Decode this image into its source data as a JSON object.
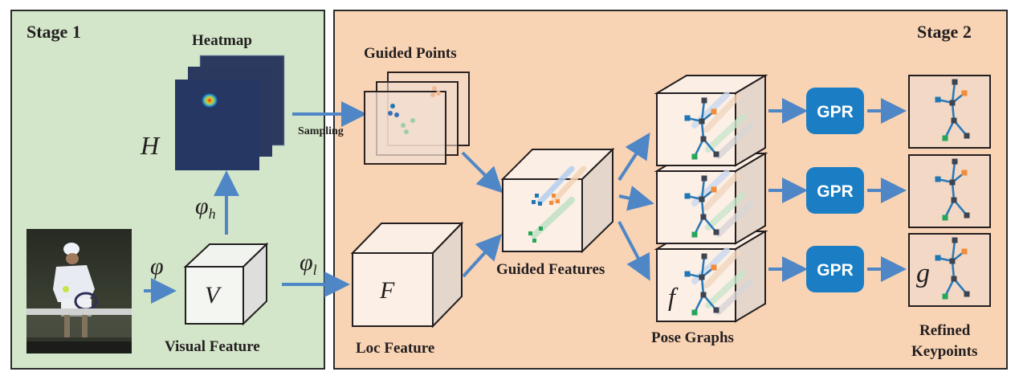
{
  "stage1": {
    "title": "Stage 1",
    "heatmap_label": "Heatmap",
    "heatmap_symbol": "H",
    "phi_h": "φ",
    "phi_h_sub": "h",
    "phi": "φ",
    "phi_l": "φ",
    "phi_l_sub": "l",
    "visual_feature_symbol": "V",
    "visual_feature_label": "Visual Feature",
    "input_image": "tennis-player-photo"
  },
  "stage2": {
    "title": "Stage 2",
    "sampling_label": "Sampling",
    "guided_points_label": "Guided Points",
    "loc_feature_symbol": "F",
    "loc_feature_label": "Loc Feature",
    "guided_features_label": "Guided Features",
    "pose_graph_symbol": "f",
    "pose_graphs_label": "Pose Graphs",
    "gpr_blocks": [
      "GPR",
      "GPR",
      "GPR"
    ],
    "refined_symbol": "g",
    "refined_label_line1": "Refined",
    "refined_label_line2": "Keypoints"
  },
  "colors": {
    "stage1_bg": "#d3e6c9",
    "stage2_bg": "#f8d3b4",
    "arrow": "#4f86c6",
    "gpr": "#1b7ec4",
    "heatmap": "#2a3a62",
    "keypoint_blue": "#1f78b4",
    "keypoint_orange": "#f08c3c",
    "keypoint_green": "#26a65b",
    "keypoint_gray": "#3d4450"
  }
}
